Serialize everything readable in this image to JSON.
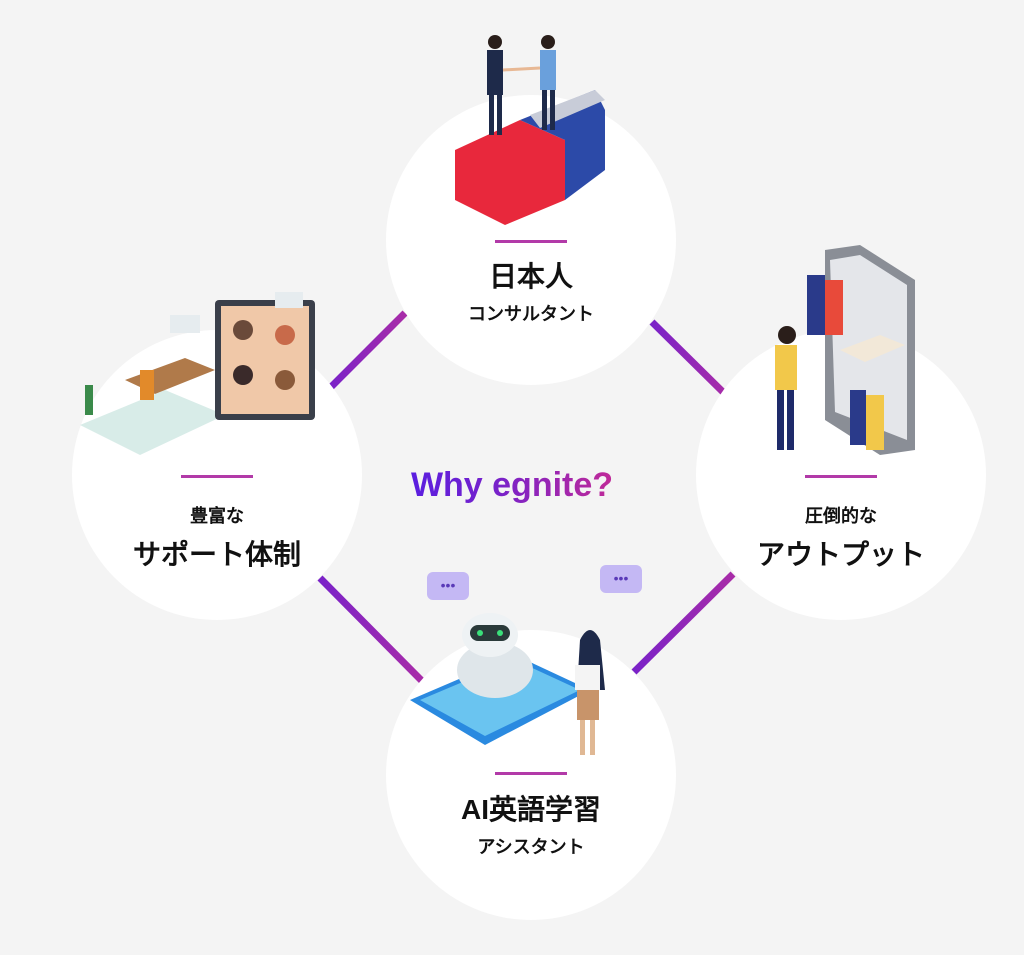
{
  "center_title": "Why egnite?",
  "colors": {
    "background": "#f4f4f4",
    "line": "#8a2cb0",
    "divider": "#b23aa8",
    "gradient_start": "#5a1ee0",
    "gradient_end": "#c02a98"
  },
  "features": {
    "top": {
      "line1": "日本人",
      "line2": "コンサルタント",
      "icon": "handshake-puzzle-icon"
    },
    "left": {
      "line1": "豊富な",
      "line2": "サポート体制",
      "icon": "video-call-support-icon"
    },
    "right": {
      "line1": "圧倒的な",
      "line2": "アウトプット",
      "icon": "phone-books-icon"
    },
    "bottom": {
      "line1": "AI英語学習",
      "line2": "アシスタント",
      "icon": "ai-robot-chat-icon"
    }
  }
}
